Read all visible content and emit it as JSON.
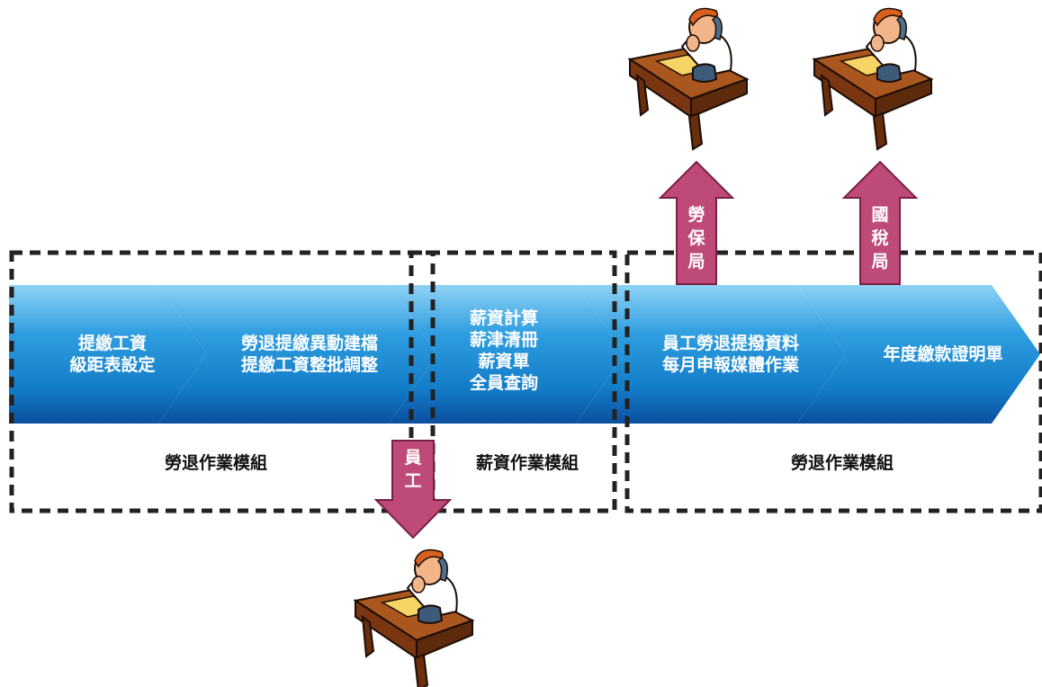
{
  "stages": [
    {
      "lines": [
        "提繳工資",
        "級距表設定"
      ]
    },
    {
      "lines": [
        "勞退提繳異動建檔",
        "提繳工資整批調整"
      ]
    },
    {
      "lines": [
        "薪資計算",
        "薪津清冊",
        "薪資單",
        "全員查詢"
      ]
    },
    {
      "lines": [
        "員工勞退提撥資料",
        "每月申報媒體作業"
      ]
    },
    {
      "lines": [
        "年度繳款證明單"
      ]
    }
  ],
  "groups": [
    {
      "label": "勞退作業模組"
    },
    {
      "label": "薪資作業模組"
    },
    {
      "label": "勞退作業模組"
    }
  ],
  "arrows": [
    {
      "lines": [
        "勞",
        "保",
        "局"
      ],
      "direction": "up"
    },
    {
      "lines": [
        "國",
        "稅",
        "局"
      ],
      "direction": "up"
    },
    {
      "lines": [
        "員",
        "工"
      ],
      "direction": "down"
    }
  ],
  "people": [
    {
      "icon": "clerk-on-phone-icon"
    },
    {
      "icon": "clerk-on-phone-icon"
    },
    {
      "icon": "clerk-on-phone-icon"
    }
  ],
  "colors": {
    "chevron_top": "#58b8ea",
    "chevron_bottom": "#0a4f9c",
    "arrow": "#bd4a78",
    "dash": "#222222"
  }
}
